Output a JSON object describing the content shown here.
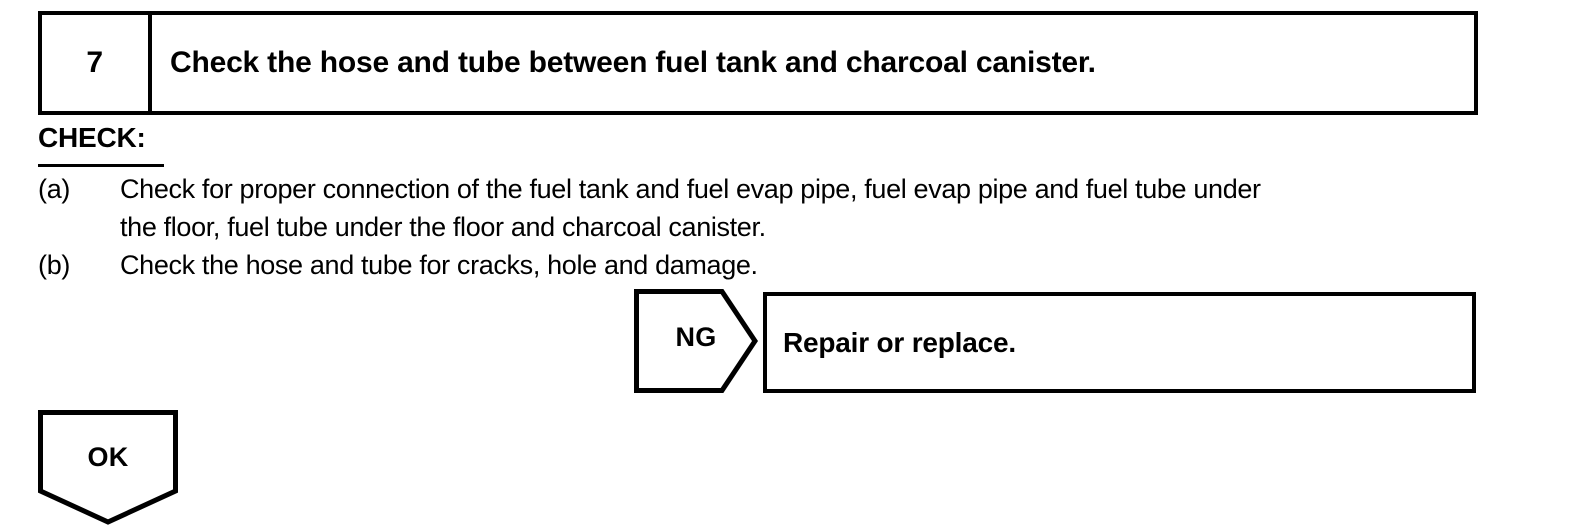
{
  "step": {
    "number": "7",
    "title": "Check the hose and tube between fuel tank and charcoal canister."
  },
  "check": {
    "heading": "CHECK:",
    "items": [
      {
        "marker": "(a)",
        "lines": [
          "Check for proper connection of the fuel tank and fuel evap pipe, fuel evap pipe and fuel tube under",
          "the floor, fuel tube under the floor and charcoal canister."
        ]
      },
      {
        "marker": "(b)",
        "lines": [
          "Check the hose and tube for cracks, hole and damage."
        ]
      }
    ]
  },
  "branches": {
    "ng": {
      "label": "NG",
      "result": "Repair or replace."
    },
    "ok": {
      "label": "OK"
    }
  },
  "colors": {
    "ink": "#000000",
    "paper": "#ffffff"
  }
}
